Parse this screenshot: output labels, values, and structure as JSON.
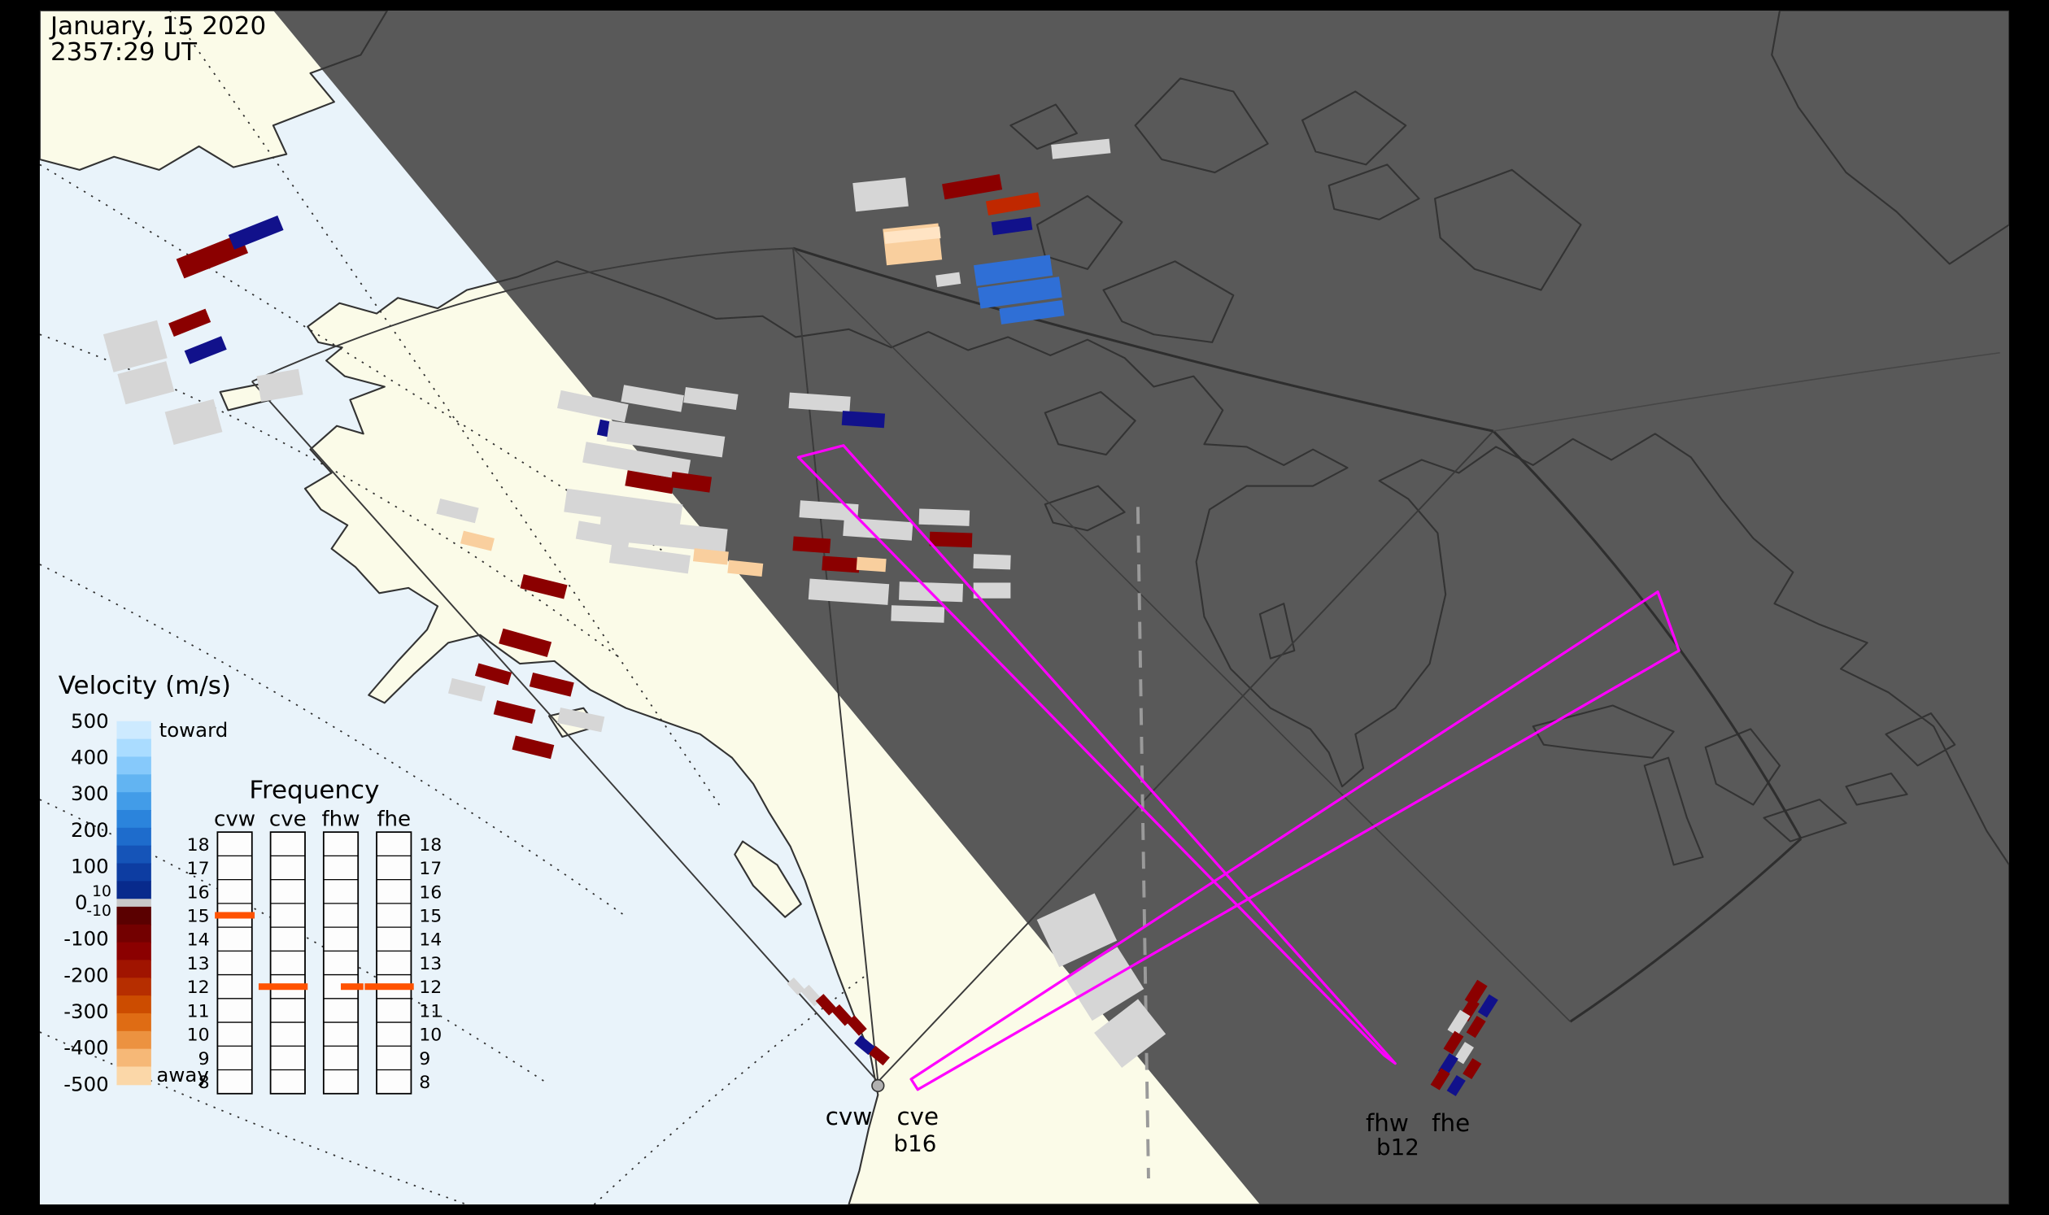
{
  "header": {
    "date": "January, 15 2020",
    "time": "2357:29 UT"
  },
  "colorbar": {
    "title": "Velocity (m/s)",
    "toward_label": "toward",
    "away_label": "away",
    "tick_labels": [
      "500",
      "400",
      "300",
      "200",
      "100",
      "0",
      "-100",
      "-200",
      "-300",
      "-400",
      "-500"
    ],
    "ground_labels": [
      "10",
      "-10"
    ],
    "toward_colors": [
      "#cdeaff",
      "#aadcff",
      "#86c9fb",
      "#62b4f2",
      "#429ce8",
      "#2b84dc",
      "#1e6ccc",
      "#1554b8",
      "#0d3da2",
      "#082a8c"
    ],
    "away_colors": [
      "#5a0000",
      "#730000",
      "#8b0000",
      "#a01400",
      "#b62e00",
      "#cc4c00",
      "#df6c14",
      "#ec9240",
      "#f6b877",
      "#fbd7a8"
    ],
    "ground_color": "#c8c8c8"
  },
  "frequency_panel": {
    "title": "Frequency",
    "stations": [
      "cvw",
      "cve",
      "fhw",
      "fhe"
    ],
    "scale_labels": [
      "18",
      "17",
      "16",
      "15",
      "14",
      "13",
      "12",
      "11",
      "10",
      "9",
      "8"
    ],
    "marker_color": "#ff5200",
    "markers": [
      {
        "station": "cvw",
        "freq": 15,
        "extent": "full"
      },
      {
        "station": "cve",
        "freq": 12,
        "extent": "wide"
      },
      {
        "station": "fhw",
        "freq": 12,
        "extent": "right"
      },
      {
        "station": "fhe",
        "freq": 12,
        "extent": "wide"
      }
    ]
  },
  "stations_bottom": {
    "cv_w": "cvw",
    "cv_e": "cve",
    "cv_beam": "b16",
    "fh_w": "fhw",
    "fh_e": "fhe",
    "fh_beam": "b12"
  },
  "beam_color": "#ff00ff",
  "map": {
    "palette": {
      "gs": "#d6d6d6",
      "dr": "#8b0000",
      "rd": "#c02800",
      "nv": "#11118b",
      "bl": "#2f6fd6",
      "pc": "#f9cf9e",
      "pcl": "#ffe4c4"
    },
    "patches": [
      [
        815,
        114,
        44,
        11,
        -6,
        "gs"
      ],
      [
        664,
        149,
        40,
        22,
        -6,
        "gs"
      ],
      [
        733,
        143,
        44,
        12,
        -10,
        "dr"
      ],
      [
        764,
        156,
        40,
        11,
        -10,
        "rd"
      ],
      [
        763,
        173,
        30,
        10,
        -8,
        "nv"
      ],
      [
        688,
        187,
        42,
        28,
        -6,
        "pc"
      ],
      [
        688,
        180,
        42,
        9,
        -6,
        "pcl"
      ],
      [
        715,
        214,
        18,
        9,
        -8,
        "gs"
      ],
      [
        764,
        207,
        58,
        16,
        -8,
        "bl"
      ],
      [
        769,
        224,
        62,
        16,
        -8,
        "bl"
      ],
      [
        778,
        239,
        48,
        12,
        -8,
        "bl"
      ],
      [
        160,
        196,
        52,
        16,
        -22,
        "dr"
      ],
      [
        193,
        178,
        40,
        12,
        -22,
        "nv"
      ],
      [
        143,
        247,
        30,
        11,
        -22,
        "dr"
      ],
      [
        155,
        268,
        30,
        11,
        -22,
        "nv"
      ],
      [
        102,
        265,
        42,
        30,
        -15,
        "gs"
      ],
      [
        110,
        293,
        38,
        24,
        -15,
        "gs"
      ],
      [
        211,
        295,
        32,
        20,
        -10,
        "gs"
      ],
      [
        146,
        323,
        38,
        26,
        -15,
        "gs"
      ],
      [
        447,
        311,
        52,
        14,
        12,
        "gs"
      ],
      [
        492,
        305,
        46,
        13,
        10,
        "gs"
      ],
      [
        536,
        305,
        40,
        12,
        8,
        "gs"
      ],
      [
        466,
        330,
        30,
        12,
        12,
        "nv"
      ],
      [
        502,
        336,
        88,
        16,
        8,
        "gs"
      ],
      [
        480,
        353,
        80,
        16,
        10,
        "gs"
      ],
      [
        490,
        369,
        36,
        12,
        10,
        "dr"
      ],
      [
        521,
        369,
        30,
        12,
        8,
        "dr"
      ],
      [
        470,
        389,
        88,
        18,
        8,
        "gs"
      ],
      [
        500,
        409,
        96,
        18,
        6,
        "gs"
      ],
      [
        455,
        409,
        40,
        14,
        10,
        "gs"
      ],
      [
        490,
        428,
        60,
        14,
        8,
        "gs"
      ],
      [
        536,
        426,
        26,
        10,
        6,
        "pc"
      ],
      [
        562,
        435,
        26,
        10,
        6,
        "pc"
      ],
      [
        345,
        391,
        30,
        12,
        14,
        "gs"
      ],
      [
        360,
        414,
        24,
        10,
        14,
        "pc"
      ],
      [
        618,
        308,
        46,
        12,
        4,
        "gs"
      ],
      [
        651,
        321,
        32,
        11,
        4,
        "nv"
      ],
      [
        625,
        391,
        44,
        13,
        4,
        "gs"
      ],
      [
        662,
        405,
        52,
        14,
        4,
        "gs"
      ],
      [
        612,
        417,
        28,
        11,
        4,
        "dr"
      ],
      [
        634,
        432,
        28,
        11,
        4,
        "dr"
      ],
      [
        657,
        432,
        22,
        10,
        4,
        "pc"
      ],
      [
        712,
        396,
        38,
        12,
        2,
        "gs"
      ],
      [
        717,
        413,
        32,
        11,
        2,
        "dr"
      ],
      [
        748,
        430,
        28,
        11,
        2,
        "gs"
      ],
      [
        640,
        453,
        60,
        16,
        4,
        "gs"
      ],
      [
        702,
        453,
        48,
        14,
        2,
        "gs"
      ],
      [
        748,
        452,
        28,
        12,
        0,
        "gs"
      ],
      [
        692,
        470,
        40,
        12,
        2,
        "gs"
      ],
      [
        410,
        449,
        34,
        11,
        14,
        "dr"
      ],
      [
        396,
        492,
        38,
        12,
        16,
        "dr"
      ],
      [
        372,
        516,
        26,
        10,
        16,
        "dr"
      ],
      [
        416,
        524,
        32,
        11,
        14,
        "dr"
      ],
      [
        352,
        528,
        26,
        12,
        14,
        "gs"
      ],
      [
        388,
        545,
        30,
        11,
        14,
        "dr"
      ],
      [
        438,
        551,
        34,
        12,
        12,
        "gs"
      ],
      [
        402,
        572,
        30,
        11,
        14,
        "dr"
      ],
      [
        812,
        712,
        48,
        40,
        -25,
        "gs"
      ],
      [
        833,
        753,
        46,
        38,
        -32,
        "gs"
      ],
      [
        852,
        791,
        42,
        34,
        -38,
        "gs"
      ],
      [
        600,
        755,
        12,
        7,
        48,
        "gs"
      ],
      [
        612,
        762,
        15,
        8,
        48,
        "gs"
      ],
      [
        623,
        769,
        15,
        8,
        48,
        "dr"
      ],
      [
        635,
        777,
        15,
        8,
        48,
        "dr"
      ],
      [
        646,
        785,
        14,
        8,
        48,
        "dr"
      ],
      [
        652,
        800,
        14,
        8,
        40,
        "nv"
      ],
      [
        663,
        808,
        14,
        8,
        40,
        "dr"
      ],
      [
        1113,
        760,
        18,
        9,
        -58,
        "dr"
      ],
      [
        1122,
        770,
        16,
        8,
        -58,
        "nv"
      ],
      [
        1108,
        773,
        16,
        8,
        -58,
        "dr"
      ],
      [
        1100,
        783,
        18,
        9,
        -58,
        "gs"
      ],
      [
        1113,
        786,
        15,
        8,
        -58,
        "dr"
      ],
      [
        1096,
        798,
        16,
        8,
        -58,
        "dr"
      ],
      [
        1104,
        806,
        15,
        8,
        -58,
        "gs"
      ],
      [
        1092,
        815,
        16,
        8,
        -58,
        "nv"
      ],
      [
        1086,
        826,
        15,
        8,
        -58,
        "dr"
      ],
      [
        1110,
        818,
        14,
        8,
        -58,
        "dr"
      ],
      [
        1098,
        831,
        14,
        8,
        -58,
        "nv"
      ]
    ]
  },
  "chart_data": [
    {
      "type": "colorbar",
      "title": "Velocity (m/s)",
      "units": "m/s",
      "range": [
        -500,
        500
      ],
      "tick_step": 100,
      "toward_label": "toward",
      "away_label": "away",
      "ground_scatter_band": [
        -10,
        10
      ]
    },
    {
      "type": "table",
      "title": "Frequency",
      "y_range": [
        8,
        18
      ],
      "stations": [
        "cvw",
        "cve",
        "fhw",
        "fhe"
      ],
      "current_frequency_mhz": {
        "cvw": 15,
        "cve": 12,
        "fhw": 12,
        "fhe": 12
      }
    },
    {
      "type": "map",
      "datetime_label": "January, 15 2020 2357:29 UT",
      "visible_labels": [
        "cvw",
        "cve",
        "b16",
        "fhw",
        "fhe",
        "b12"
      ]
    }
  ]
}
